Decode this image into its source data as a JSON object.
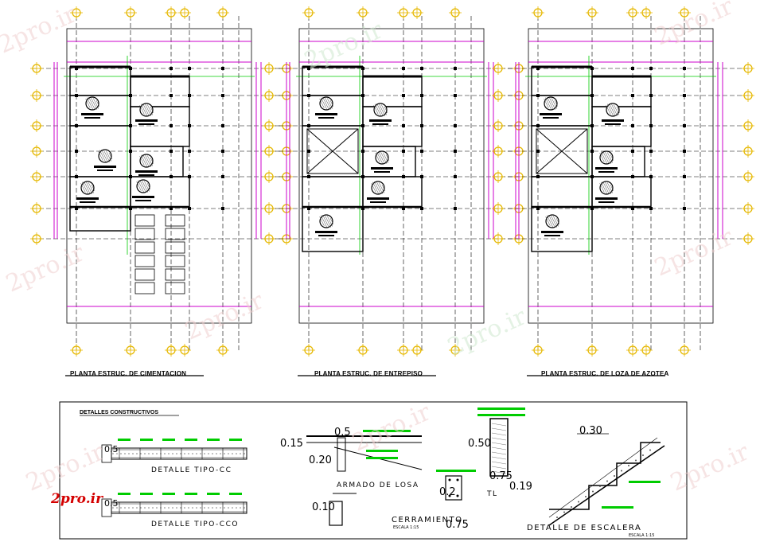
{
  "plans": [
    {
      "title": "PLANTA ESTRUC. DE CIMENTACION"
    },
    {
      "title": "PLANTA ESTRUC. DE ENTREPISO"
    },
    {
      "title": "PLANTA ESTRUC. DE LOZA DE AZOTEA"
    }
  ],
  "details": {
    "heading": "DETALLES CONSTRUCTIVOS",
    "detalle_cc": "DETALLE TIPO-CC",
    "detalle_cco": "DETALLE TIPO-CCO",
    "armado_losa": "ARMADO DE LOSA",
    "cerramiento": "CERRAMIENTO",
    "cerramiento_escala": "ESCALA 1:15",
    "tl": "TL",
    "escalera": "DETALLE DE ESCALERA",
    "escalera_escala": "ESCALA 1:15",
    "dims": {
      "d1": "0.15",
      "d2": "0.5",
      "d3": "0.20",
      "d4": "0.10",
      "d5": "0.2",
      "d6": "0.75",
      "d7": "0.50",
      "d8": "0.75",
      "d9": "0.19",
      "d10": "0.30",
      "d11": "0.5",
      "d12": "0.5"
    }
  },
  "watermark": "2pro.ir",
  "brand": "2pro.ir",
  "colors": {
    "line": "#000000",
    "grid": "#cc00cc",
    "axis": "#00cc00",
    "marker": "#e6b800",
    "brand": "#d40000"
  }
}
